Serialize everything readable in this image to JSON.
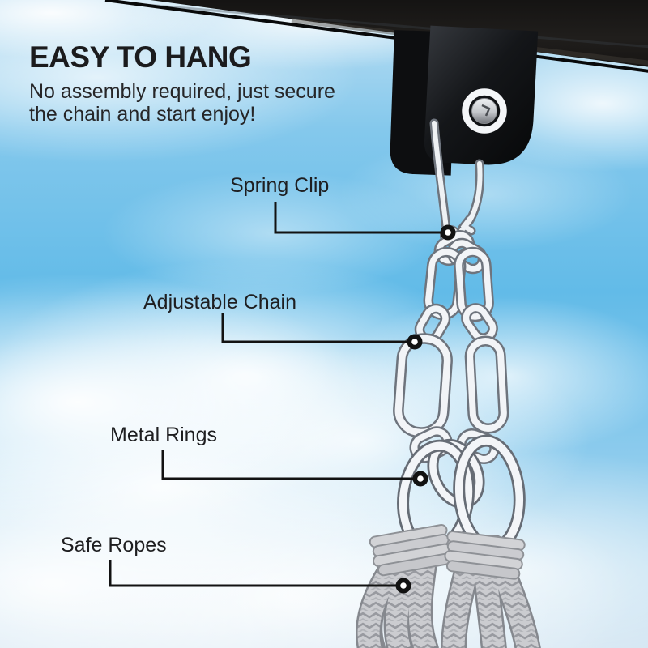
{
  "header": {
    "title": "EASY TO HANG",
    "subtitle_line1": "No assembly required, just secure",
    "subtitle_line2": "the chain and start enjoy!"
  },
  "callouts": [
    {
      "label": "Spring Clip"
    },
    {
      "label": "Adjustable Chain"
    },
    {
      "label": "Metal Rings"
    },
    {
      "label": "Safe Ropes"
    }
  ],
  "colors": {
    "sky_blue": "#62bbe8",
    "cloud_white": "#ffffff",
    "text_black": "#1e1e20",
    "annotation_black": "#121212",
    "hardware_black": "#121316",
    "metal_silver": "#f2f4f7",
    "rope_gray": "#cbccd0"
  }
}
